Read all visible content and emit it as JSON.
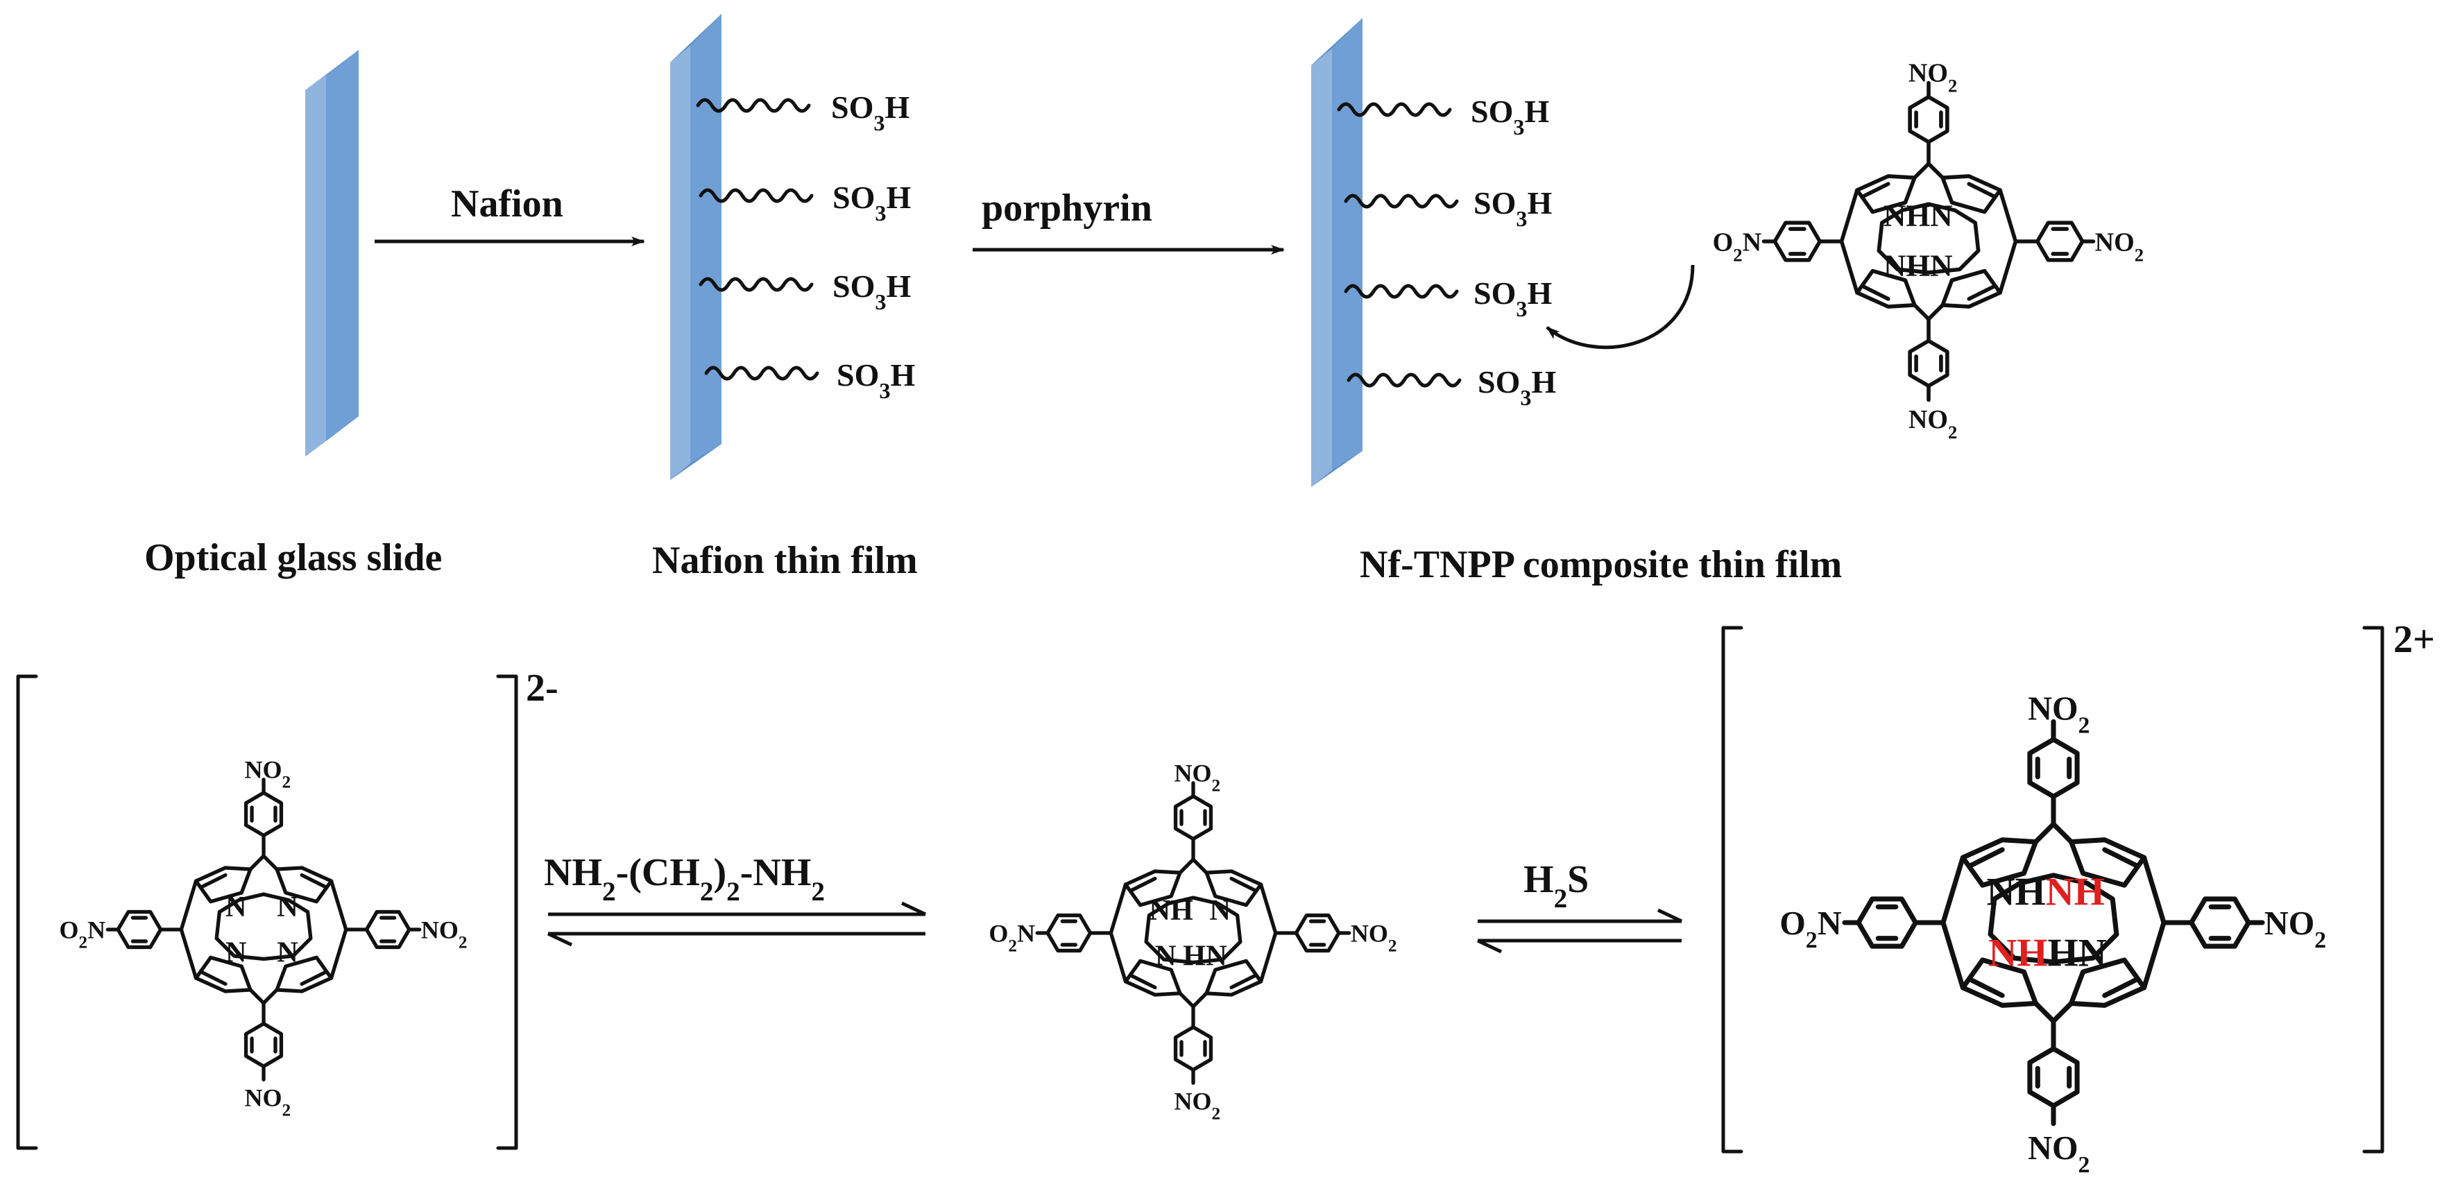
{
  "colors": {
    "glass_face": "#8fb4de",
    "glass_edge": "#5b8ec8",
    "ink": "#111111",
    "highlight": "#e0201e"
  },
  "top_row": {
    "step1_reagent": "Nafion",
    "step2_reagent": "porphyrin",
    "sulfonic_group": "SO3H",
    "captions": {
      "glass": "Optical glass slide",
      "nafion": "Nafion thin film",
      "composite": "Nf-TNPP composite thin film"
    }
  },
  "atoms": {
    "nitro": "NO2",
    "nitro_left": "O2N",
    "n": "N",
    "nh": "NH",
    "hn": "HN",
    "nhn": "NHN"
  },
  "bottom_row": {
    "charge_left": "2-",
    "charge_right": "2+",
    "reagent_left": "NH2-(CH2)2-NH2",
    "reagent_right": "H2S"
  }
}
